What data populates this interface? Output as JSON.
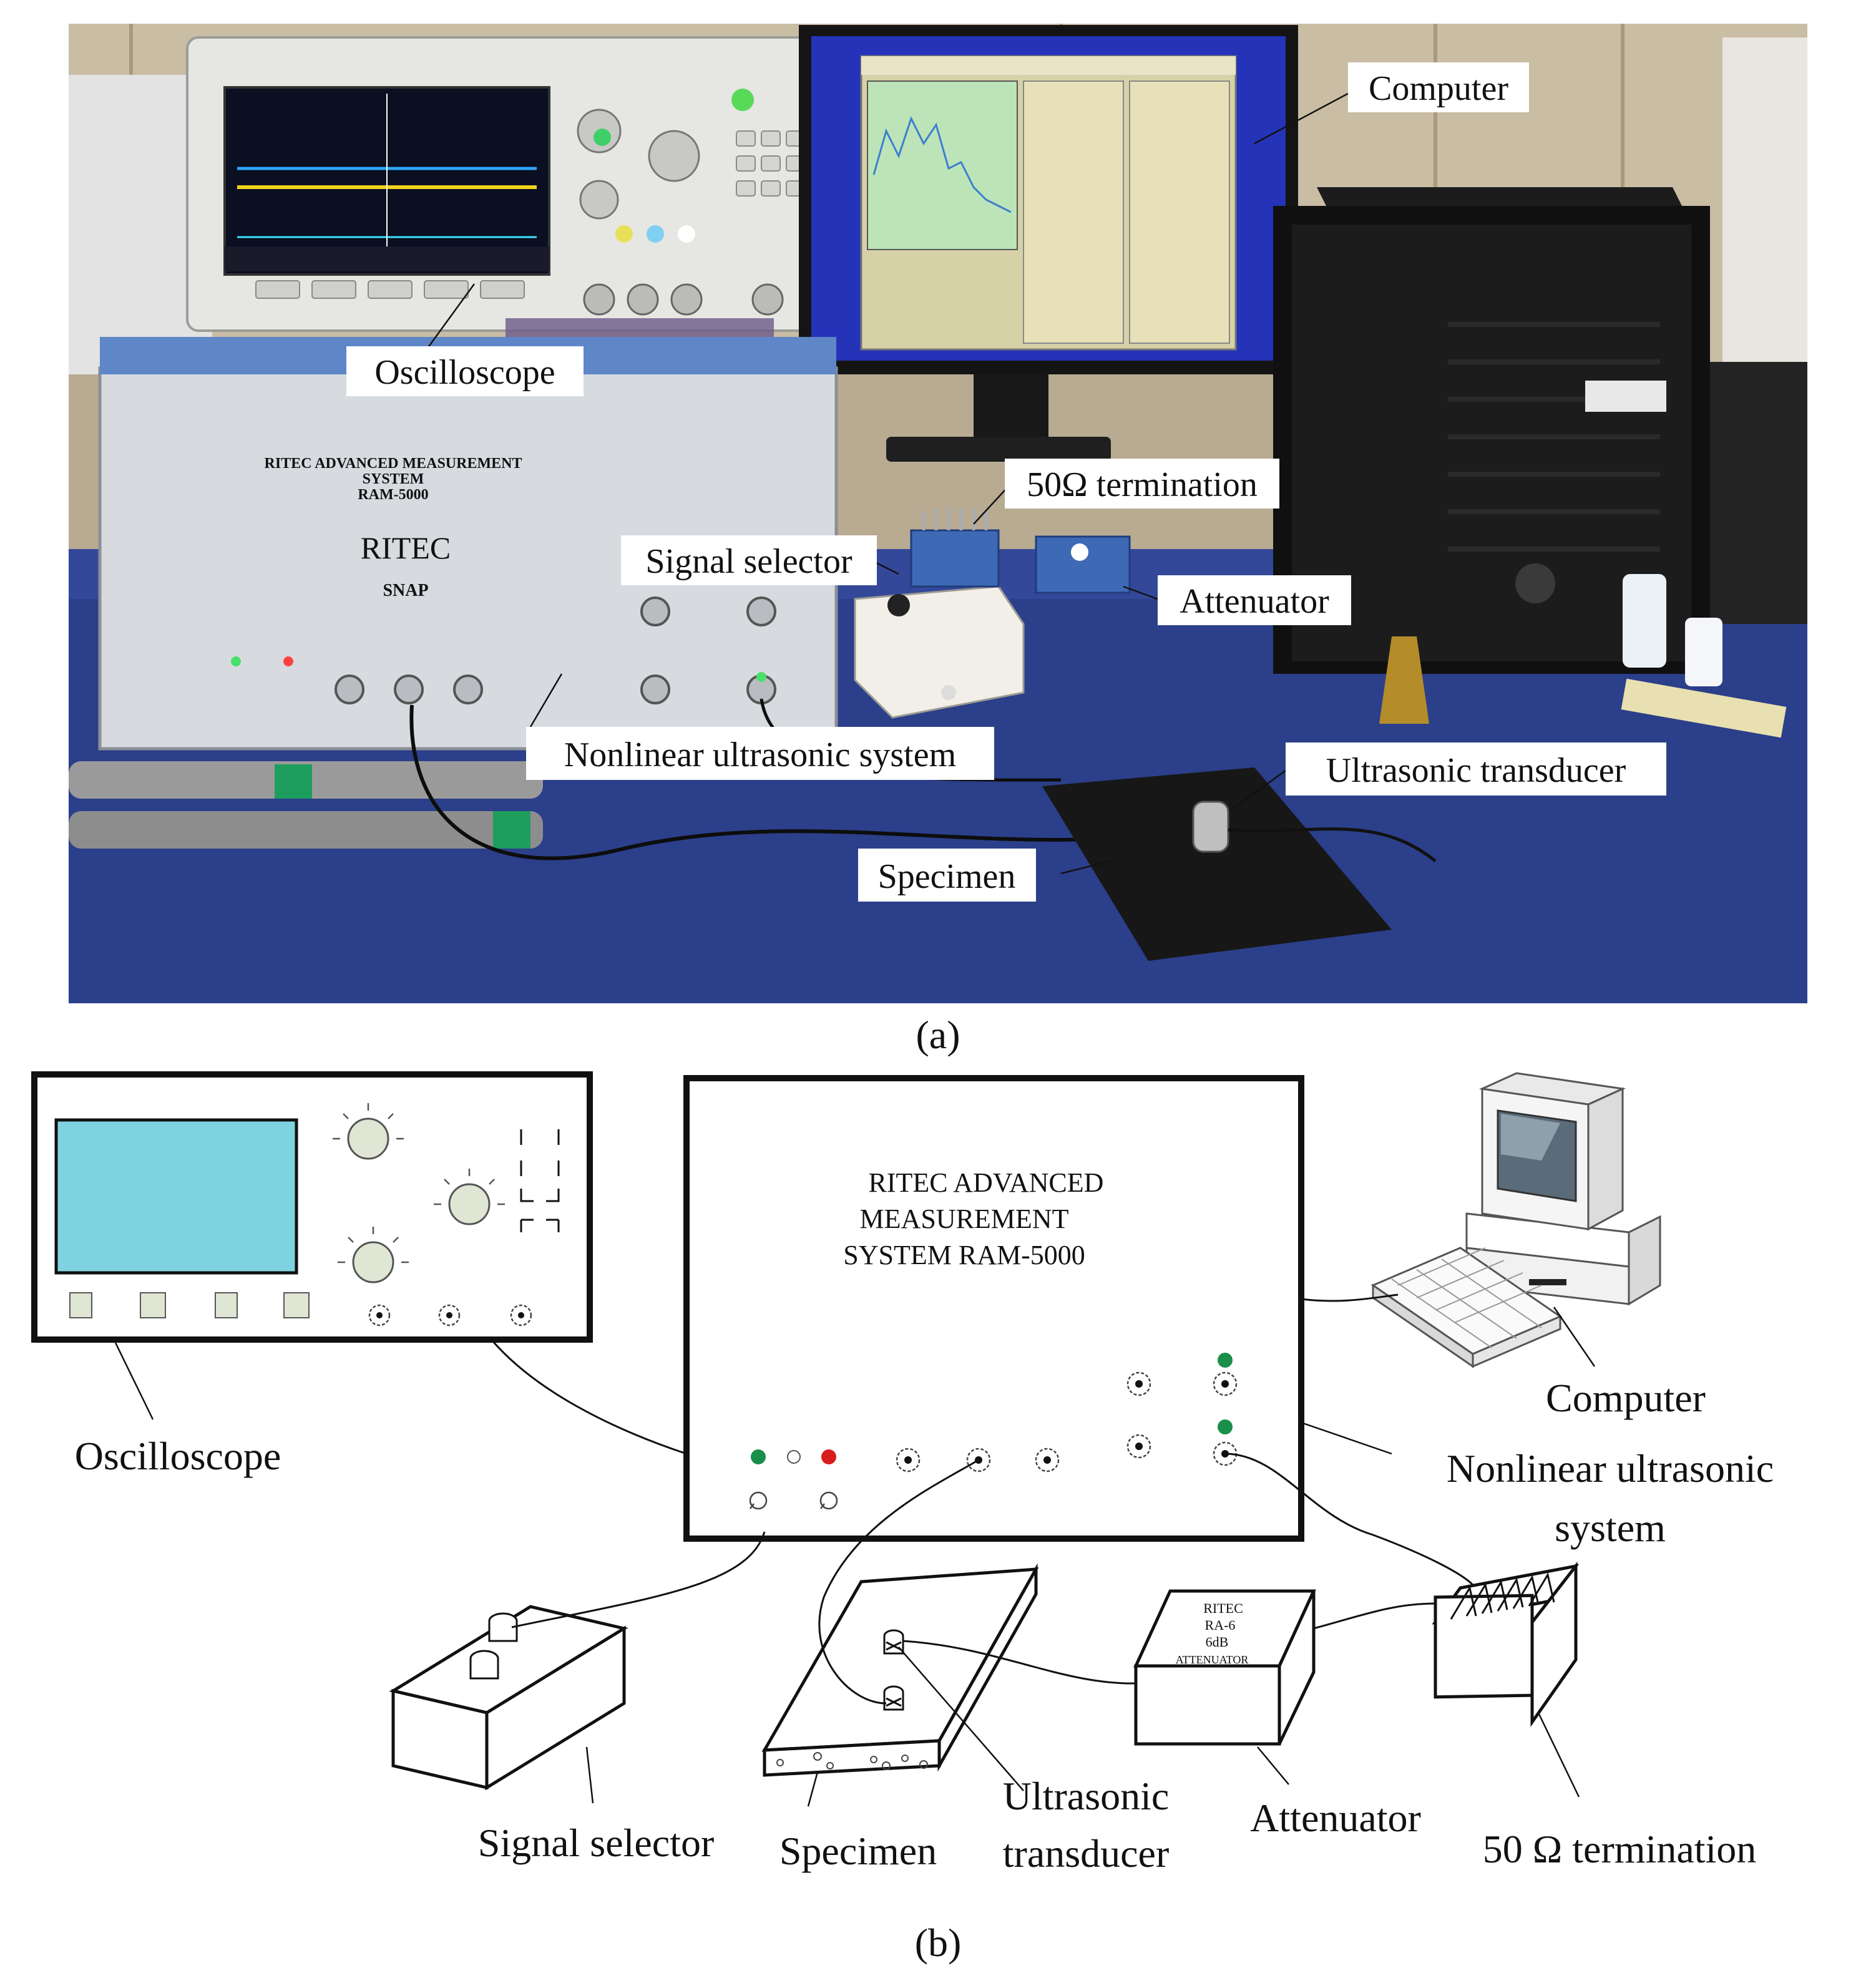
{
  "panel_a": {
    "caption": "(a)",
    "labels": {
      "computer": "Computer",
      "oscilloscope": "Oscilloscope",
      "termination": "50Ω termination",
      "signal_selector": "Signal selector",
      "attenuator": "Attenuator",
      "nonlinear_system": "Nonlinear ultrasonic system",
      "transducer": "Ultrasonic transducer",
      "specimen": "Specimen"
    },
    "device_text": {
      "ritec_line1": "RITEC ADVANCED MEASUREMENT",
      "ritec_line2": "SYSTEM",
      "ritec_line3": "RAM-5000",
      "ritec_logo": "RITEC",
      "ritec_snap": "SNAP"
    }
  },
  "panel_b": {
    "caption": "(b)",
    "ram_title_line1": "RITEC ADVANCED",
    "ram_title_line2": "MEASUREMENT",
    "ram_title_line3": "SYSTEM RAM-5000",
    "attenuator_box_line1": "RITEC",
    "attenuator_box_line2": "RA-6",
    "attenuator_box_line3": "6dB",
    "attenuator_box_line4": "ATTENUATOR",
    "labels": {
      "oscilloscope": "Oscilloscope",
      "computer": "Computer",
      "nonlinear_line1": "Nonlinear ultrasonic",
      "nonlinear_line2": "system",
      "signal_selector": "Signal selector",
      "specimen": "Specimen",
      "transducer_line1": "Ultrasonic",
      "transducer_line2": "transducer",
      "attenuator": "Attenuator",
      "termination": "50 Ω termination"
    },
    "colors": {
      "screen": "#7fd3e0",
      "green_led": "#1a8f4a",
      "red_led": "#d91c1c",
      "button_fill": "#dfe6d4"
    }
  }
}
